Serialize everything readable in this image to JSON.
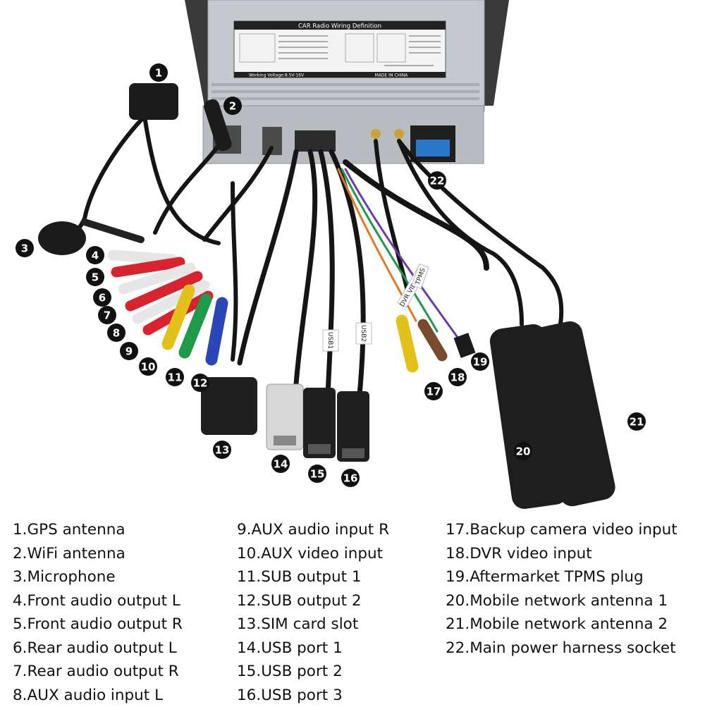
{
  "panel": {
    "title": "CAR   Radio   Wiring   Definition",
    "voltage": "Working Voltage:8.5V-16V",
    "made_in": "MADE  IN  CHINA"
  },
  "cable_labels": {
    "dvr": "DVR VIDEO IN",
    "tpms": "TPMS",
    "usb1": "USB1",
    "usb2": "USB2"
  },
  "legend": {
    "col1": [
      "1.GPS antenna",
      "2.WiFi antenna",
      "3.Microphone",
      "4.Front audio output L",
      "5.Front audio output R",
      "6.Rear audio output L",
      "7.Rear audio output R",
      "8.AUX audio input L"
    ],
    "col2": [
      "9.AUX audio input R",
      "10.AUX video input",
      "11.SUB output 1",
      "12.SUB output 2",
      "13.SIM card slot",
      "14.USB port 1",
      "15.USB port 2",
      "16.USB port 3"
    ],
    "col3": [
      "17.Backup camera video input",
      "18.DVR video input",
      "19.Aftermarket TPMS plug",
      "20.Mobile network antenna 1",
      "21.Mobile network antenna 2",
      "22.Main power harness socket"
    ]
  },
  "markers": [
    "1",
    "2",
    "3",
    "4",
    "5",
    "6",
    "7",
    "8",
    "9",
    "10",
    "11",
    "12",
    "13",
    "14",
    "15",
    "16",
    "17",
    "18",
    "19",
    "20",
    "21",
    "22"
  ],
  "colors": {
    "unit_body": "#c9ccd0",
    "cable": "#151515",
    "rca_red": "#d8232f",
    "rca_white": "#e6e6e6",
    "rca_yellow": "#e2c21a",
    "rca_green": "#1f9a4a",
    "rca_blue": "#2b46b8",
    "rca_brown": "#7a4a2e",
    "badge": "#111111"
  }
}
